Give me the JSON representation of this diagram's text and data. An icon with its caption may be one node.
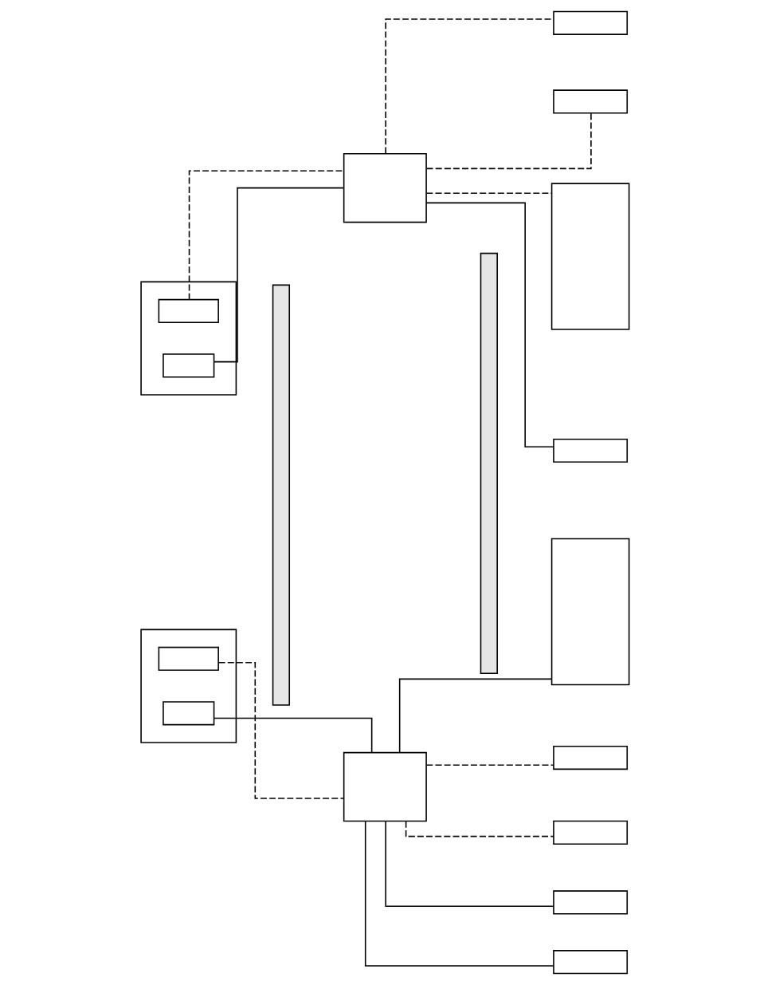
{
  "diagram": {
    "nodes": [
      {
        "text": [],
        "shape": "bar"
      },
      {
        "text": [],
        "shape": "bar"
      },
      {
        "text": [],
        "shape": "box"
      },
      {
        "text": [],
        "shape": "box",
        "in": 2
      },
      {
        "text": [],
        "shape": "box",
        "in": 2
      },
      {
        "text": [],
        "shape": "box"
      },
      {
        "text": [],
        "shape": "box"
      },
      {
        "text": [],
        "shape": "box"
      },
      {
        "text": [],
        "shape": "box"
      },
      {
        "text": [],
        "shape": "box"
      },
      {
        "text": [],
        "shape": "box"
      },
      {
        "text": [],
        "shape": "box",
        "in": 10
      },
      {
        "text": [],
        "shape": "box",
        "in": 10
      },
      {
        "text": [],
        "shape": "box"
      },
      {
        "text": [],
        "shape": "box"
      },
      {
        "text": [],
        "shape": "box"
      },
      {
        "text": [],
        "shape": "box"
      },
      {
        "text": [],
        "shape": "box"
      },
      {
        "text": [],
        "shape": "box"
      }
    ],
    "edges": [
      {
        "from": 3,
        "to": 5,
        "arrow": "none",
        "style": "dashed"
      },
      {
        "from": 4,
        "to": 5,
        "arrow": "none"
      },
      {
        "from": 5,
        "to": 7,
        "arrow": "none"
      },
      {
        "from": 5,
        "to": 8,
        "arrow": "none",
        "style": "dashed"
      },
      {
        "from": 5,
        "to": 9,
        "arrow": "none",
        "style": "dashed"
      },
      {
        "from": 5,
        "to": 6,
        "arrow": "none",
        "style": "dashed"
      },
      {
        "from": 11,
        "to": 13,
        "arrow": "none",
        "style": "dashed"
      },
      {
        "from": 12,
        "to": 13,
        "arrow": "none"
      },
      {
        "from": 13,
        "to": 15,
        "arrow": "none",
        "style": "dashed"
      },
      {
        "from": 13,
        "to": 16,
        "arrow": "none",
        "style": "dashed"
      },
      {
        "from": 13,
        "to": 14,
        "arrow": "none"
      },
      {
        "from": 13,
        "to": 17,
        "arrow": "none"
      },
      {
        "from": 13,
        "to": 18,
        "arrow": "none"
      }
    ]
  }
}
